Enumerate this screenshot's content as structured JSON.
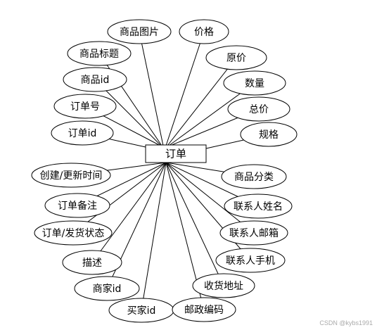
{
  "entity": {
    "label": "订单"
  },
  "attributes": [
    {
      "id": "product-image",
      "label": "商品图片"
    },
    {
      "id": "price",
      "label": "价格"
    },
    {
      "id": "product-title",
      "label": "商品标题"
    },
    {
      "id": "original-price",
      "label": "原价"
    },
    {
      "id": "product-id",
      "label": "商品id"
    },
    {
      "id": "quantity",
      "label": "数量"
    },
    {
      "id": "order-number",
      "label": "订单号"
    },
    {
      "id": "total-price",
      "label": "总价"
    },
    {
      "id": "order-id",
      "label": "订单id"
    },
    {
      "id": "spec",
      "label": "规格"
    },
    {
      "id": "create-update-time",
      "label": "创建/更新时间"
    },
    {
      "id": "product-category",
      "label": "商品分类"
    },
    {
      "id": "order-remark",
      "label": "订单备注"
    },
    {
      "id": "contact-name",
      "label": "联系人姓名"
    },
    {
      "id": "order-ship-status",
      "label": "订单/发货状态"
    },
    {
      "id": "contact-email",
      "label": "联系人邮箱"
    },
    {
      "id": "description",
      "label": "描述"
    },
    {
      "id": "contact-phone",
      "label": "联系人手机"
    },
    {
      "id": "merchant-id",
      "label": "商家id"
    },
    {
      "id": "shipping-address",
      "label": "收货地址"
    },
    {
      "id": "buyer-id",
      "label": "买家id"
    },
    {
      "id": "postal-code",
      "label": "邮政编码"
    }
  ],
  "watermark": "CSDN @kybs1991",
  "colors": {
    "stroke": "#000000",
    "background": "#ffffff",
    "watermark": "#aaaaaa"
  }
}
